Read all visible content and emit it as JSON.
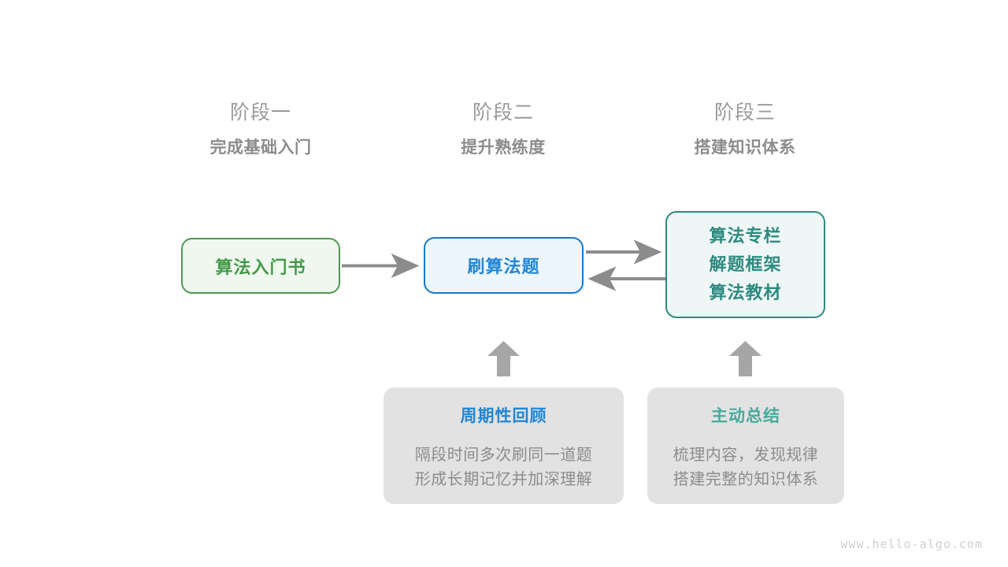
{
  "page": {
    "background": "#ffffff",
    "watermark": "www.hello-algo.com"
  },
  "palette": {
    "green": "#439a48",
    "green_fill": "#eff7ef",
    "blue": "#2186d6",
    "blue_fill": "#edf6fe",
    "teal": "#2d8a80",
    "teal_fill": "#eef7f5",
    "gray_text": "#8c8c8c",
    "gray_fill": "#e2e2e2",
    "arrow_gray": "#8c8c8c",
    "mint": "#45ab9a",
    "watermark_gray": "#cfcfcf"
  },
  "stages": [
    {
      "label": "阶段一",
      "subtitle": "完成基础入门"
    },
    {
      "label": "阶段二",
      "subtitle": "提升熟练度"
    },
    {
      "label": "阶段三",
      "subtitle": "搭建知识体系"
    }
  ],
  "flow": {
    "book": {
      "label": "算法入门书"
    },
    "practice": {
      "label": "刷算法题"
    },
    "system": {
      "lines": [
        "算法专栏",
        "解题框架",
        "算法教材"
      ]
    }
  },
  "notes": [
    {
      "title": "周期性回顾",
      "lines": [
        "隔段时间多次刷同一道题",
        "形成长期记忆并加深理解"
      ]
    },
    {
      "title": "主动总结",
      "lines": [
        "梳理内容，发现规律",
        "搭建完整的知识体系"
      ]
    }
  ],
  "connectors": [
    {
      "name": "book-to-practice",
      "direction": "right"
    },
    {
      "name": "practice-to-system",
      "direction": "right"
    },
    {
      "name": "system-to-practice",
      "direction": "left"
    },
    {
      "name": "review-to-practice",
      "direction": "up"
    },
    {
      "name": "summary-to-system",
      "direction": "up"
    }
  ]
}
